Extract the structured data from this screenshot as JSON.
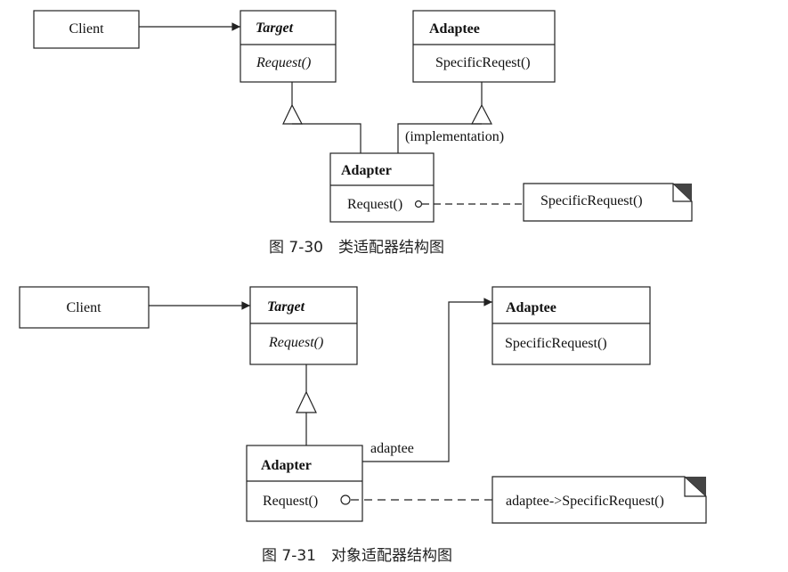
{
  "diagram1": {
    "client": "Client",
    "target": {
      "name": "Target",
      "op": "Request()"
    },
    "adaptee": {
      "name": "Adaptee",
      "op": "SpecificReqest()"
    },
    "adapter": {
      "name": "Adapter",
      "op": "Request()"
    },
    "implementation_label": "(implementation)",
    "note": "SpecificRequest()",
    "caption": "图 7-30　类适配器结构图"
  },
  "diagram2": {
    "client": "Client",
    "target": {
      "name": "Target",
      "op": "Request()"
    },
    "adaptee": {
      "name": "Adaptee",
      "op": "SpecificRequest()"
    },
    "adapter": {
      "name": "Adapter",
      "op": "Request()"
    },
    "assoc_label": "adaptee",
    "note": "adaptee->SpecificRequest()",
    "caption": "图 7-31　对象适配器结构图"
  }
}
